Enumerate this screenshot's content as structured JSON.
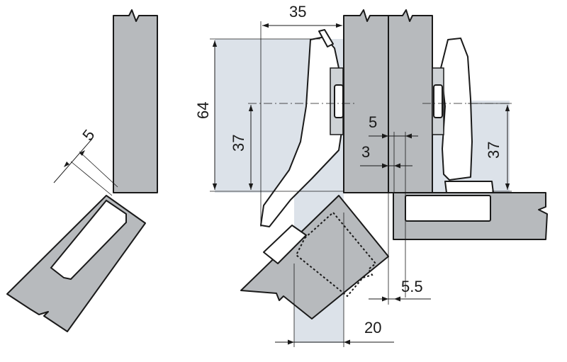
{
  "dimensions": {
    "gap_angle": "5",
    "width_35": "35",
    "height_64": "64",
    "height_37_left": "37",
    "offset_5": "5",
    "offset_3": "3",
    "height_37_right": "37",
    "offset_5_5": "5.5",
    "width_20": "20"
  }
}
